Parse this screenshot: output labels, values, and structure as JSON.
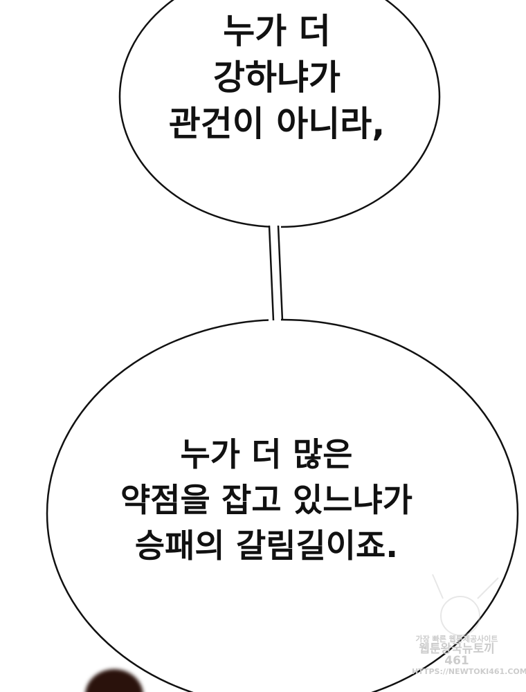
{
  "bubble_top": {
    "lines": [
      "누가 더",
      "강하냐가",
      "관건이 아니라,"
    ]
  },
  "bubble_bottom": {
    "lines": [
      "누가 더 많은",
      "약점을 잡고 있느냐가",
      "승패의 갈림길이죠."
    ]
  },
  "watermark": {
    "line1": "가장 빠른 웹툰제공사이트",
    "line2": "웹툰왕국뉴토끼461",
    "line3": "HTTPS://NEWTOKI461.COM"
  }
}
